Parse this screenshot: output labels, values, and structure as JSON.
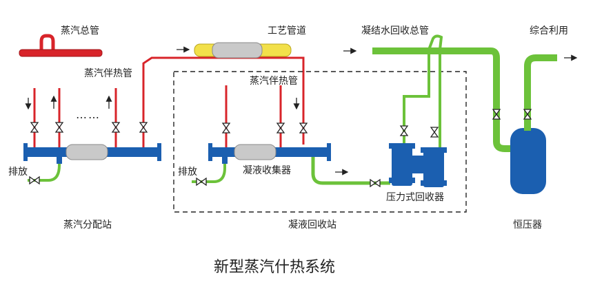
{
  "labels": {
    "steam_main": "蒸汽总管",
    "process_pipe": "工艺管道",
    "condensate_main": "凝结水回收总管",
    "utilization": "综合利用",
    "steam_tracing_left": "蒸汽伴热管",
    "steam_tracing_mid": "蒸汽伴热管",
    "drain_left": "排放",
    "drain_mid": "排放",
    "collector": "凝液收集器",
    "pressure_recovery": "压力式回收器",
    "steam_station": "蒸汽分配站",
    "recovery_station": "凝液回收站",
    "stabilizer": "恒压器",
    "ellipsis": "……"
  },
  "caption": "新型蒸汽什热系统",
  "colors": {
    "steam": "#d8242a",
    "condensate": "#6cc23a",
    "header": "#1b5fb0",
    "process": "#f2e04a",
    "insulation": "#c9c9c9",
    "vessel": "#1b5fb0"
  },
  "icons": {
    "valve": "bowtie-valve-icon",
    "arrow": "flow-arrow-icon"
  }
}
